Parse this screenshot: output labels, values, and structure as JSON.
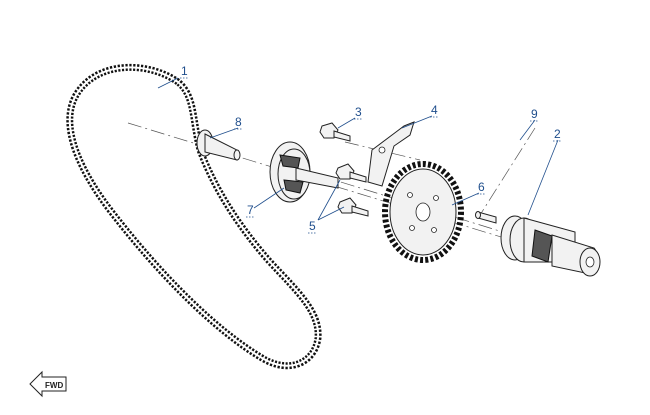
{
  "diagram": {
    "callouts": [
      {
        "id": "1",
        "label": "1"
      },
      {
        "id": "2",
        "label": "2"
      },
      {
        "id": "3",
        "label": "3"
      },
      {
        "id": "4",
        "label": "4"
      },
      {
        "id": "5",
        "label": "5"
      },
      {
        "id": "6",
        "label": "6"
      },
      {
        "id": "7",
        "label": "7"
      },
      {
        "id": "8",
        "label": "8"
      },
      {
        "id": "9",
        "label": "9"
      }
    ],
    "orientation_badge": "FWD"
  }
}
